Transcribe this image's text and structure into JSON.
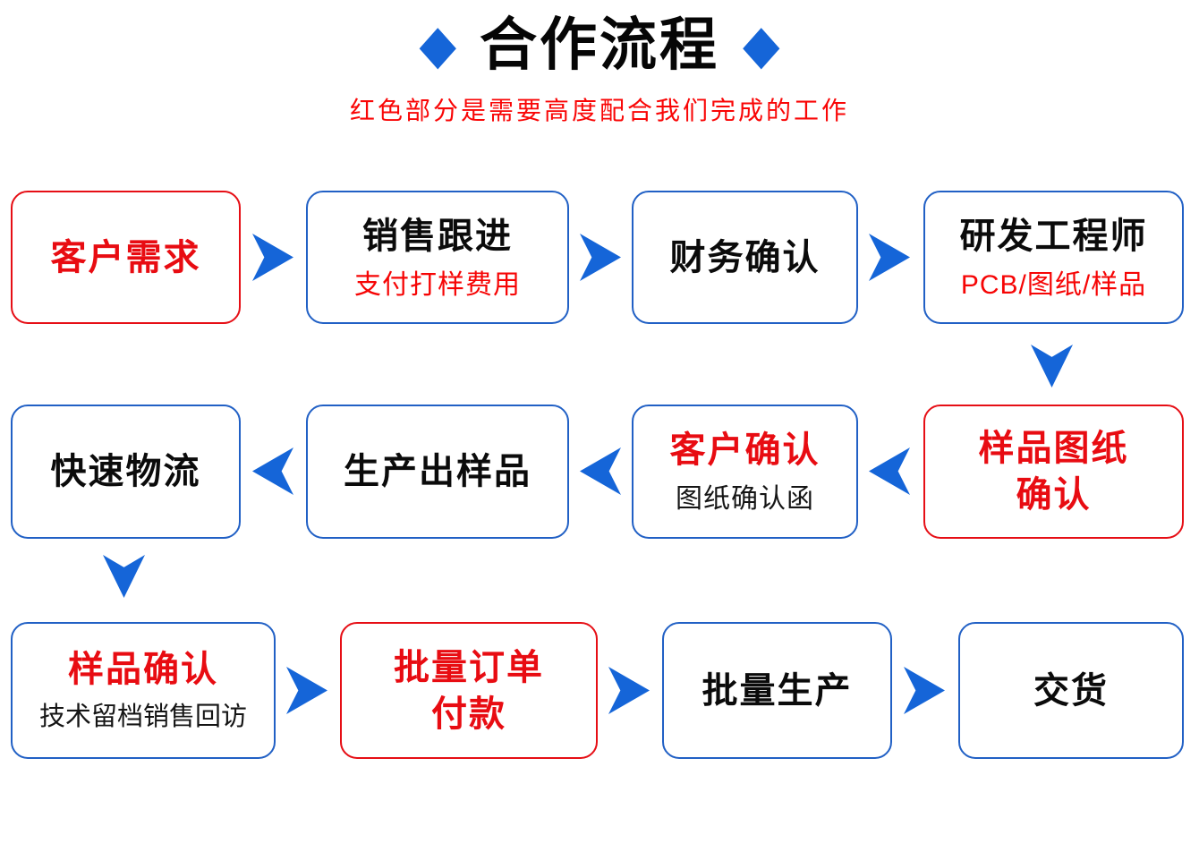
{
  "header": {
    "diamond_icon": "◆",
    "title": "合作流程",
    "subtitle": "红色部分是需要高度配合我们完成的工作"
  },
  "colors": {
    "accent_blue": "#1565d8",
    "box_border_blue": "#2160c5",
    "red": "#e80c12"
  },
  "flow": {
    "row1": {
      "customer_demand": {
        "title": "客户需求"
      },
      "sales_follow": {
        "title": "销售跟进",
        "subtitle": "支付打样费用"
      },
      "finance_confirm": {
        "title": "财务确认"
      },
      "rd_engineer": {
        "title": "研发工程师",
        "subtitle": "PCB/图纸/样品"
      }
    },
    "row2": {
      "fast_logistics": {
        "title": "快速物流"
      },
      "produce_sample": {
        "title": "生产出样品"
      },
      "customer_confirm": {
        "title": "客户确认",
        "subtitle": "图纸确认函"
      },
      "sample_drawing_confirm": {
        "line1": "样品图纸",
        "line2": "确认"
      }
    },
    "row3": {
      "sample_confirm": {
        "title": "样品确认",
        "subtitle": "技术留档销售回访"
      },
      "bulk_order_payment": {
        "line1": "批量订单",
        "line2": "付款"
      },
      "bulk_production": {
        "title": "批量生产"
      },
      "delivery": {
        "title": "交货"
      }
    }
  }
}
